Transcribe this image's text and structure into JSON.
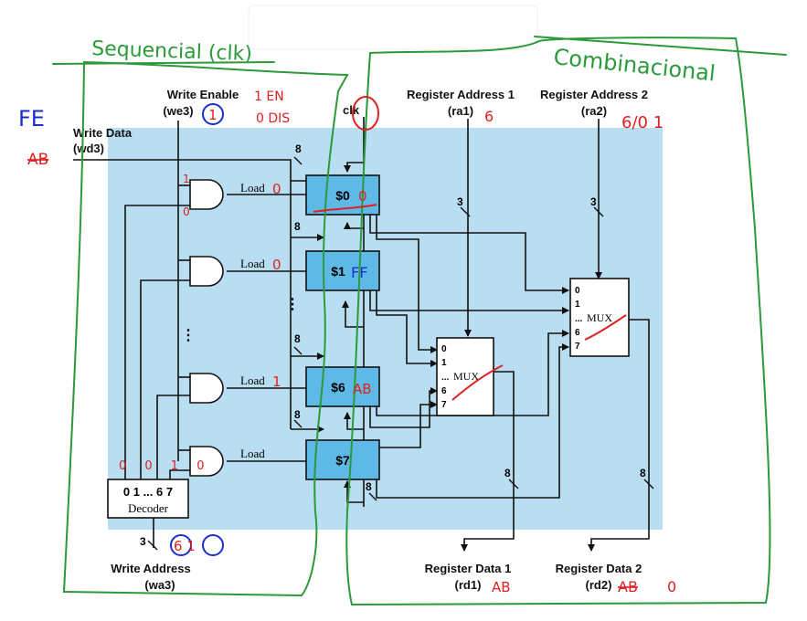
{
  "colors": {
    "panel": "#b9def2",
    "register": "#5fb9e6",
    "wire": "#111111",
    "ink_red": "#e02020",
    "ink_green": "#2a9a3a",
    "ink_blue": "#1a2fd0"
  },
  "inputs": {
    "write_enable": {
      "title": "Write Enable",
      "signal": "(we3)"
    },
    "write_data": {
      "title": "Write Data",
      "signal": "(wd3)"
    },
    "clk": "clk",
    "register_address_1": {
      "title": "Register Address 1",
      "signal": "(ra1)"
    },
    "register_address_2": {
      "title": "Register Address 2",
      "signal": "(ra2)"
    },
    "write_address": {
      "title": "Write Address",
      "signal": "(wa3)"
    }
  },
  "outputs": {
    "register_data_1": {
      "title": "Register Data 1",
      "signal": "(rd1)"
    },
    "register_data_2": {
      "title": "Register Data 2",
      "signal": "(rd2)"
    }
  },
  "registers": [
    "$0",
    "$1",
    "$6",
    "$7"
  ],
  "load_label": "Load",
  "decoder": {
    "outputs": "0 1 ... 6 7",
    "label": "Decoder"
  },
  "mux": {
    "inputs": [
      "0",
      "1",
      "...",
      "6",
      "7"
    ],
    "label": "MUX"
  },
  "bus_widths": {
    "data": "8",
    "select": "3"
  },
  "ellipsis_vertical": "⋮",
  "annotations": {
    "sequential_region": "Sequencial (clk)",
    "combinational_region": "Combinacional",
    "fe": "FE",
    "we_note_top": "1 EN",
    "we_note_bottom": "0 DIS",
    "we_value": "1",
    "ra1_value": "6",
    "ra2_value": "6/0 1",
    "wa_value": "6 1",
    "decoder_outputs_note": "0 0 1 0",
    "load_0": "0",
    "load_1": "0",
    "load_6": "1",
    "reg0_note": "0",
    "reg1_note": "FF",
    "reg6_note": "AB",
    "rd1_value": "AB",
    "rd2_value_struck": "AB",
    "rd2_value": "0",
    "and_in_1": "1",
    "and_in_0": "0",
    "wd_note_struck": "AB"
  }
}
